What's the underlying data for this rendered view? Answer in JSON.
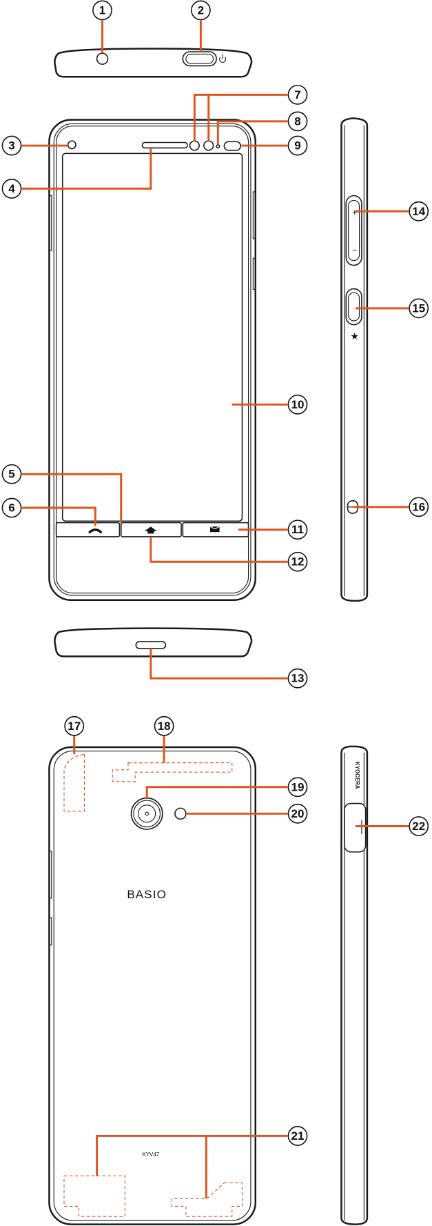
{
  "title": "Phone parts diagram",
  "callouts": {
    "c1": "1",
    "c2": "2",
    "c3": "3",
    "c4": "4",
    "c5": "5",
    "c6": "6",
    "c7": "7",
    "c8": "8",
    "c9": "9",
    "c10": "10",
    "c11": "11",
    "c12": "12",
    "c13": "13",
    "c14": "14",
    "c15": "15",
    "c16": "16",
    "c17": "17",
    "c18": "18",
    "c19": "19",
    "c20": "20",
    "c21": "21",
    "c22": "22"
  },
  "device": {
    "brand_logo": "BASIO",
    "model": "KYV47",
    "maker_logo": "KYOCERA",
    "volume_plus": "+",
    "volume_minus": "−"
  },
  "colors": {
    "leader": "#E0541C",
    "outline": "#1a1a1a"
  }
}
